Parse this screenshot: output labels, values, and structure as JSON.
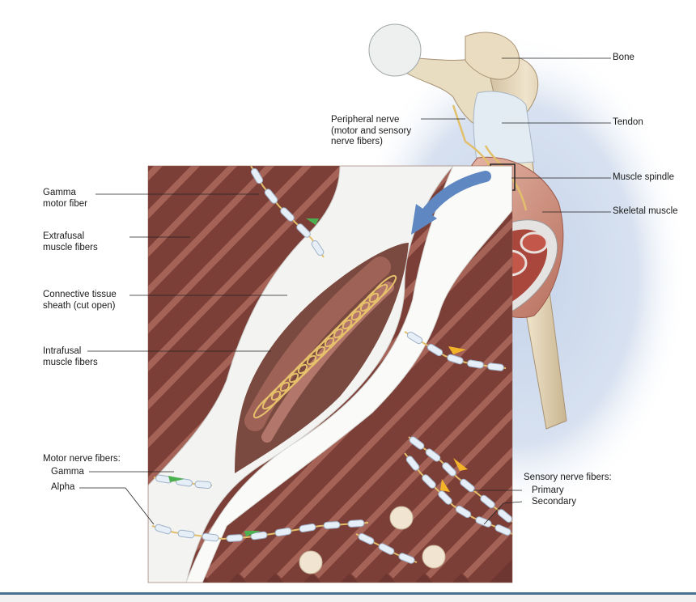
{
  "labels": {
    "bone": "Bone",
    "tendon": "Tendon",
    "muscle_spindle": "Muscle spindle",
    "skeletal_muscle": "Skeletal muscle",
    "peripheral_nerve": [
      "Peripheral nerve",
      "(motor and sensory",
      "nerve fibers)"
    ],
    "gamma_motor_fiber": [
      "Gamma",
      "motor fiber"
    ],
    "extrafusal": [
      "Extrafusal",
      "muscle fibers"
    ],
    "connective_tissue": [
      "Connective tissue",
      "sheath (cut open)"
    ],
    "intrafusal": [
      "Intrafusal",
      "muscle fibers"
    ],
    "motor_nerve_heading": "Motor nerve fibers:",
    "gamma": "Gamma",
    "alpha": "Alpha",
    "sensory_heading": "Sensory nerve fibers:",
    "primary": "Primary",
    "secondary": "Secondary"
  },
  "colors": {
    "muscle": "#8a4a40",
    "muscle_light": "#b9766a",
    "sheath": "#f2f2f0",
    "bone": "#e6d6b8",
    "nerve": "#e7c37a",
    "myelin": "#dfe9f3",
    "halo": "#c9d6ea",
    "arrow": "#5f88c2",
    "green_arrow": "#4caf50",
    "yellow_arrow": "#f3b42a",
    "bottom_bar": "#4a6f8f"
  }
}
